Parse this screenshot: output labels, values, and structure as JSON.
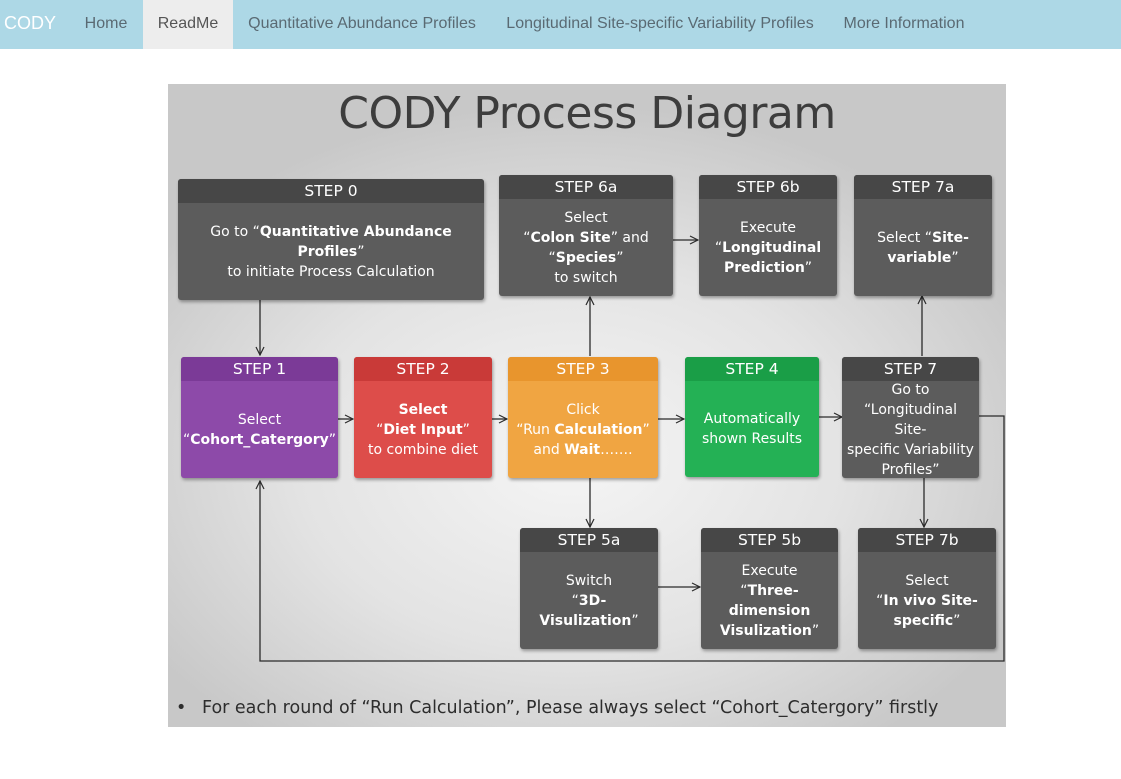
{
  "nav": {
    "brand": "CODY",
    "items": [
      {
        "label": "Home",
        "active": false
      },
      {
        "label": "ReadMe",
        "active": true
      },
      {
        "label": "Quantitative Abundance Profiles",
        "active": false
      },
      {
        "label": "Longitudinal Site-specific Variability Profiles",
        "active": false
      },
      {
        "label": "More Information",
        "active": false
      }
    ]
  },
  "diagram": {
    "title": "CODY Process Diagram",
    "steps": {
      "step0": {
        "header": "STEP 0",
        "lines": [
          [
            "Go to “",
            {
              "b": "Quantitative Abundance Profiles"
            },
            "”"
          ],
          [
            "to initiate Process Calculation"
          ]
        ]
      },
      "step6a": {
        "header": "STEP 6a",
        "lines": [
          [
            "Select"
          ],
          [
            "“",
            {
              "b": "Colon Site"
            },
            "” and"
          ],
          [
            "“",
            {
              "b": "Species"
            },
            "”"
          ],
          [
            "to switch"
          ]
        ]
      },
      "step6b": {
        "header": "STEP 6b",
        "lines": [
          [
            "Execute"
          ],
          [
            "“",
            {
              "b": "Longitudinal"
            }
          ],
          [
            {
              "b": "Prediction"
            },
            "”"
          ]
        ]
      },
      "step7a": {
        "header": "STEP 7a",
        "lines": [
          [
            "Select “",
            {
              "b": "Site-"
            }
          ],
          [
            {
              "b": "variable"
            },
            "”"
          ]
        ]
      },
      "step1": {
        "header": "STEP 1",
        "lines": [
          [
            "Select"
          ],
          [
            "“",
            {
              "b": "Cohort_Catergory"
            },
            "”"
          ]
        ]
      },
      "step2": {
        "header": "STEP 2",
        "lines": [
          [
            {
              "b": "Select"
            }
          ],
          [
            "“",
            {
              "b": "Diet Input"
            },
            "”"
          ],
          [
            "to combine diet"
          ]
        ]
      },
      "step3": {
        "header": "STEP 3",
        "lines": [
          [
            "Click"
          ],
          [
            "“Run ",
            {
              "b": "Calculation"
            },
            "”"
          ],
          [
            "and ",
            {
              "b": "Wait"
            },
            "……."
          ]
        ]
      },
      "step4": {
        "header": "STEP 4",
        "lines": [
          [
            "Automatically"
          ],
          [
            "shown Results"
          ]
        ]
      },
      "step7": {
        "header": "STEP 7",
        "lines": [
          [
            "Go to"
          ],
          [
            "“Longitudinal Site-"
          ],
          [
            "specific Variability"
          ],
          [
            "Profiles”"
          ]
        ]
      },
      "step5a": {
        "header": "STEP 5a",
        "lines": [
          [
            "Switch"
          ],
          [
            "“",
            {
              "b": "3D-Visulization"
            },
            "”"
          ]
        ]
      },
      "step5b": {
        "header": "STEP 5b",
        "lines": [
          [
            "Execute"
          ],
          [
            "“",
            {
              "b": "Three-"
            }
          ],
          [
            {
              "b": "dimension"
            }
          ],
          [
            {
              "b": "Visulization"
            },
            "”"
          ]
        ]
      },
      "step7b": {
        "header": "STEP 7b",
        "lines": [
          [
            "Select"
          ],
          [
            "“",
            {
              "b": "In vivo Site-"
            }
          ],
          [
            {
              "b": "specific"
            },
            "”"
          ]
        ]
      }
    },
    "note": "For each round of “Run Calculation”, Please always select “Cohort_Catergory” firstly"
  },
  "colors": {
    "navbar": "#add8e6",
    "gray": "#5c5c5c",
    "purple": "#8d4aa9",
    "red": "#dd4d4a",
    "orange": "#f0a542",
    "green": "#24b155"
  }
}
